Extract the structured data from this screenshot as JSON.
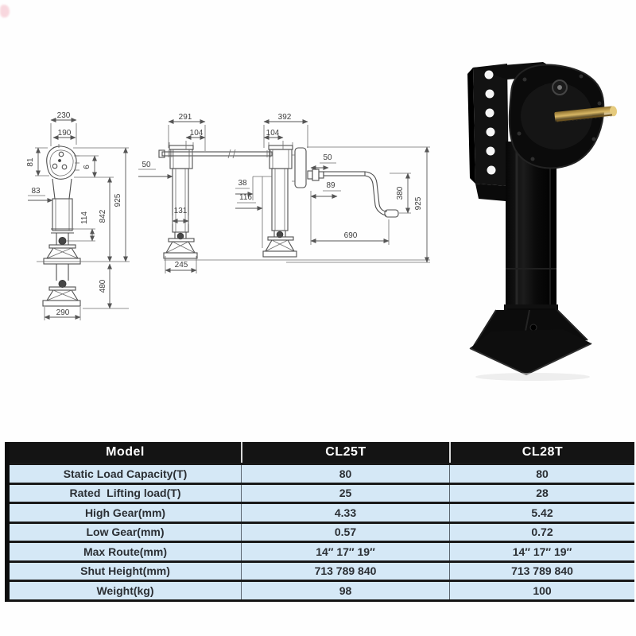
{
  "drawing": {
    "side": {
      "top_width": "230",
      "inner_width": "190",
      "bracket_height": "81",
      "mount_offset": "83",
      "gap": "6",
      "extended_height": "842",
      "total_height": "925",
      "pin_spacing": "114",
      "travel": "480",
      "foot_width": "290"
    },
    "front": {
      "left_top_width": "291",
      "left_offset": "104",
      "right_top_width": "392",
      "right_offset": "104",
      "side_gap": "50",
      "leg_width": "131",
      "foot_width": "245",
      "bracket_offset": "38",
      "bracket_depth": "116"
    },
    "crank": {
      "shaft_offset": "50",
      "handle_offset": "89",
      "handle_drop": "380",
      "handle_reach": "690",
      "total_height": "925"
    }
  },
  "photo": {
    "name": "trailer-landing-gear-photo"
  },
  "table": {
    "header": {
      "model": "Model",
      "col1": "CL25T",
      "col2": "CL28T"
    },
    "rows": [
      {
        "label": "Static Load Capacity(T)",
        "cl25t": "80",
        "cl28t": "80"
      },
      {
        "label": "Rated  Lifting load(T)",
        "cl25t": "25",
        "cl28t": "28"
      },
      {
        "label": "High Gear(mm)",
        "cl25t": "4.33",
        "cl28t": "5.42"
      },
      {
        "label": "Low Gear(mm)",
        "cl25t": "0.57",
        "cl28t": "0.72"
      },
      {
        "label": "Max Route(mm)",
        "cl25t": "14″ 17″ 19″",
        "cl28t": "14″ 17″ 19″"
      },
      {
        "label": "Shut Height(mm)",
        "cl25t": "713 789 840",
        "cl28t": "713 789 840"
      },
      {
        "label": "Weight(kg)",
        "cl25t": "98",
        "cl28t": "100"
      }
    ]
  },
  "colors": {
    "table_header_bg": "#141414",
    "table_header_text": "#ffffff",
    "table_row_bg": "#d5e8f6",
    "table_row_text": "#2b2f34",
    "drawing_line": "#4f4f4f",
    "product_black": "#0b0b0b",
    "shaft_brass": "#c3a251"
  }
}
